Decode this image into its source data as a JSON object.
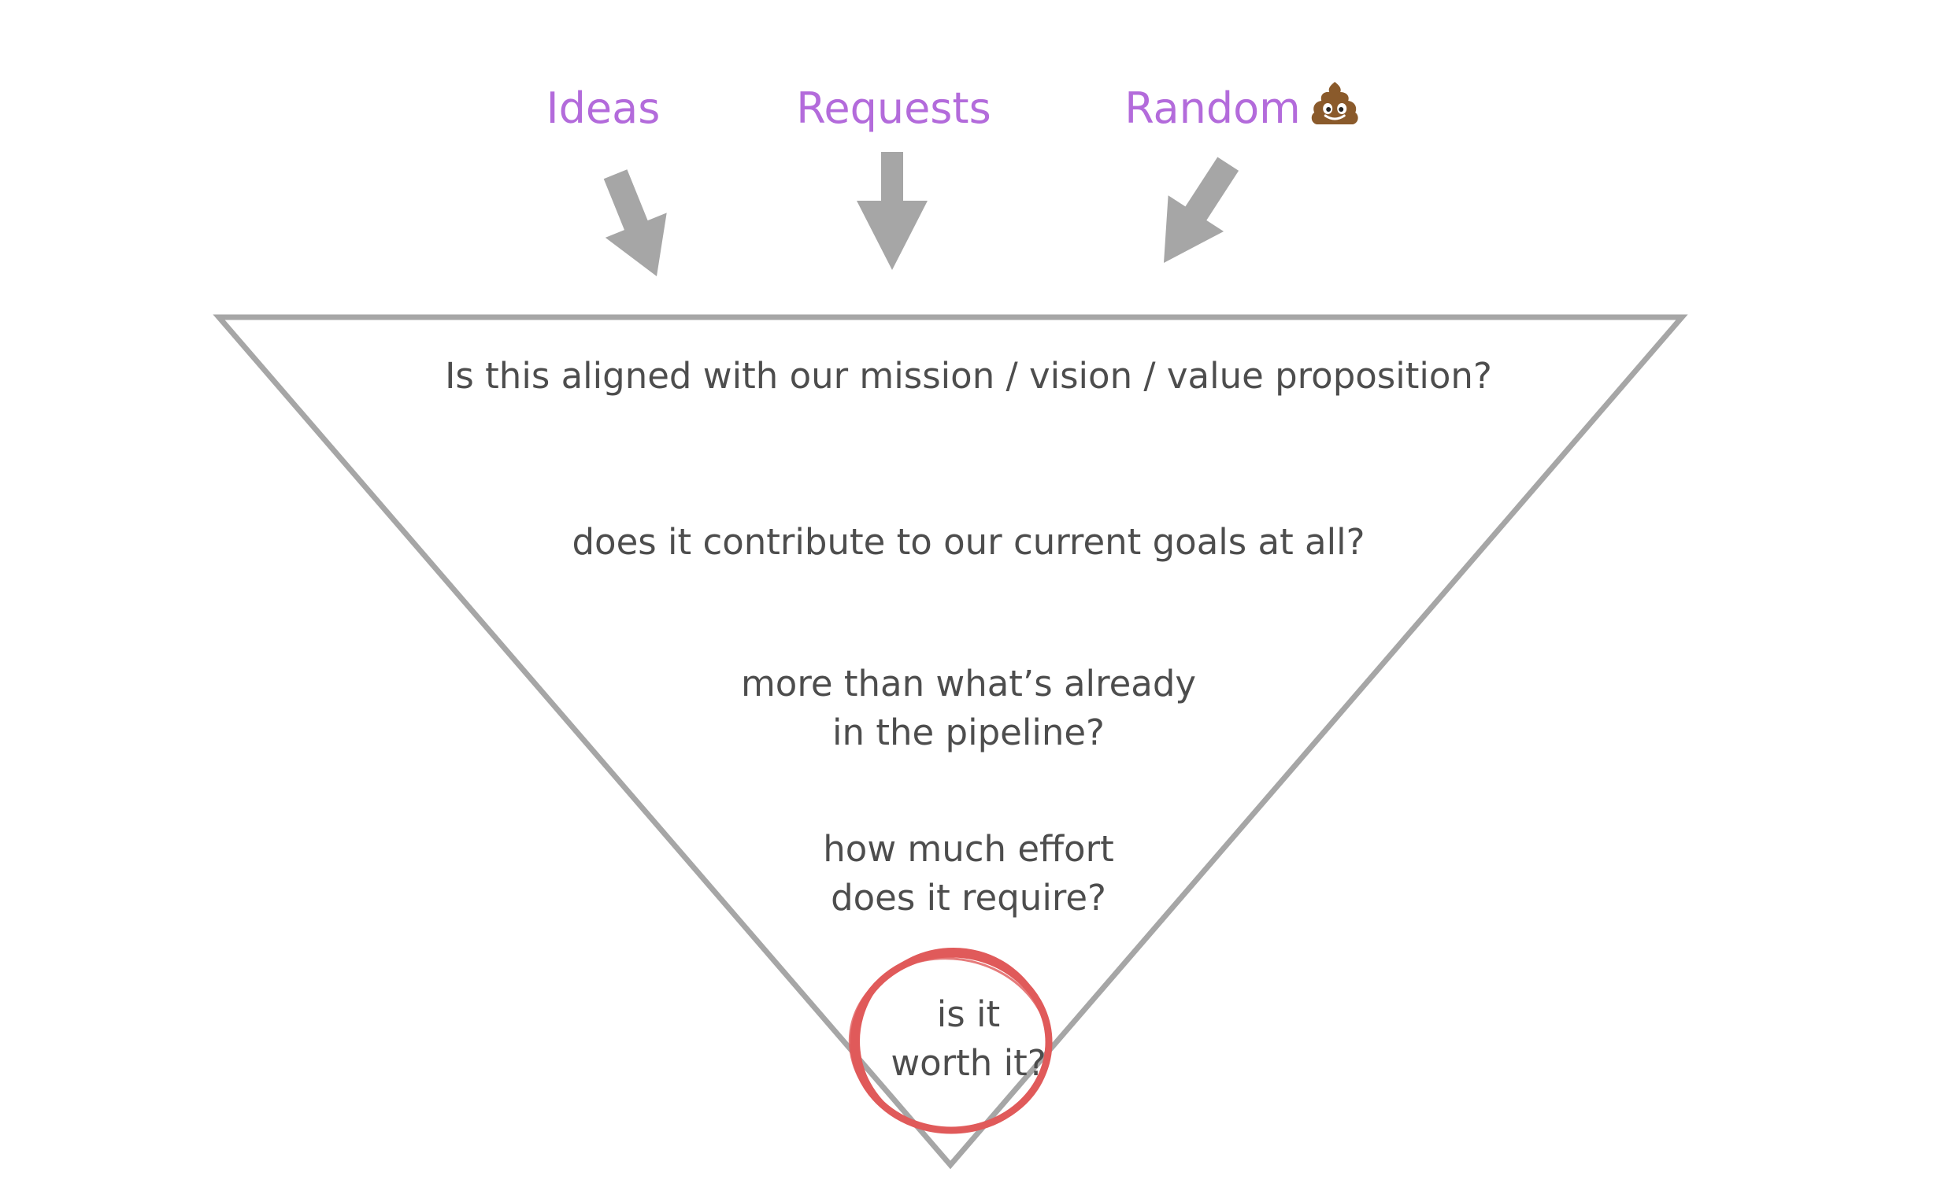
{
  "colors": {
    "label": "#b36bdb",
    "arrow": "#a6a6a6",
    "funnel_stroke": "#a6a6a6",
    "text": "#4d4d4d",
    "highlight_ring": "#e05a5a",
    "poop_body": "#8a5a2b",
    "poop_shade": "#6a4220"
  },
  "sources": [
    {
      "label": "Ideas"
    },
    {
      "label": "Requests"
    },
    {
      "label": "Random",
      "icon": "poop-emoji-icon"
    }
  ],
  "funnel": {
    "questions": [
      {
        "lines": [
          "Is this aligned with our mission / vision / value proposition?"
        ]
      },
      {
        "lines": [
          "does it contribute to our current goals at all?"
        ]
      },
      {
        "lines": [
          "more than what’s already",
          "in the pipeline?"
        ]
      },
      {
        "lines": [
          "how much effort",
          "does it require?"
        ]
      },
      {
        "lines": [
          "is it",
          "worth it?"
        ],
        "highlighted": true
      }
    ]
  }
}
